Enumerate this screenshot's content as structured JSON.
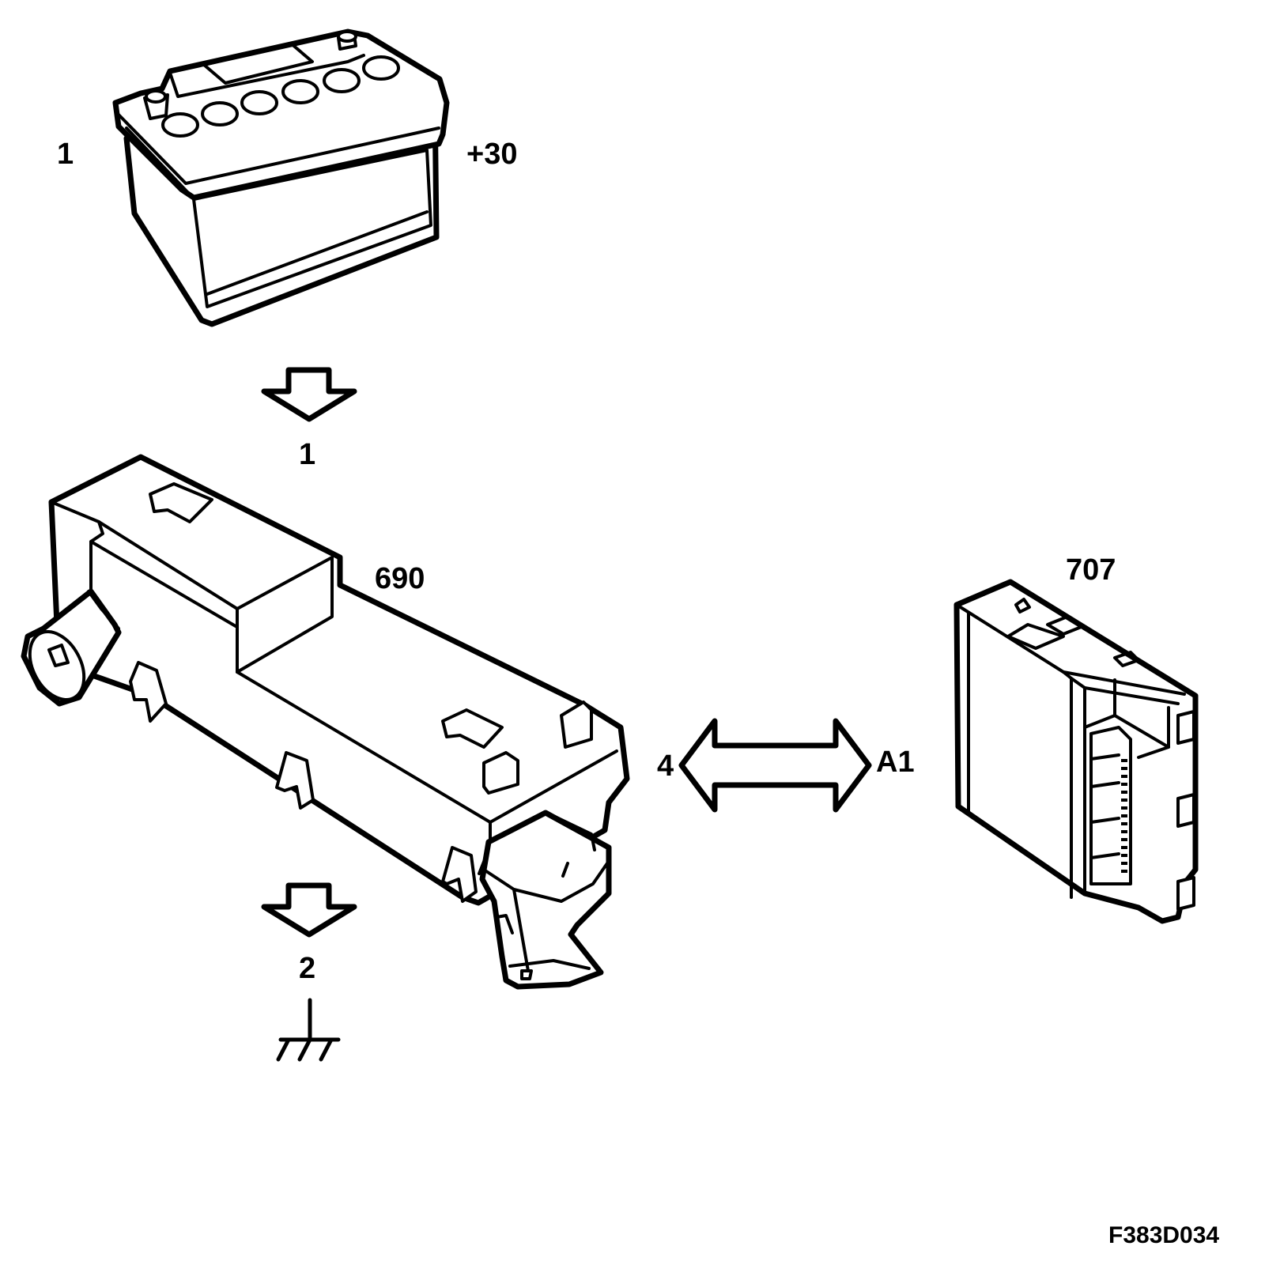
{
  "components": {
    "battery": {
      "id_label": "1",
      "terminal_label": "+30"
    },
    "supply_arrow": {
      "label": "1"
    },
    "fuse_box": {
      "label": "690"
    },
    "ground_arrow": {
      "label": "2"
    },
    "connection": {
      "left_label": "4",
      "right_label": "A1"
    },
    "control_unit": {
      "label": "707"
    }
  },
  "figure_id": "F383D034",
  "icons": [
    "battery-icon",
    "down-arrow-icon",
    "fuse-box-icon",
    "ground-symbol-icon",
    "double-arrow-icon",
    "control-unit-icon"
  ]
}
